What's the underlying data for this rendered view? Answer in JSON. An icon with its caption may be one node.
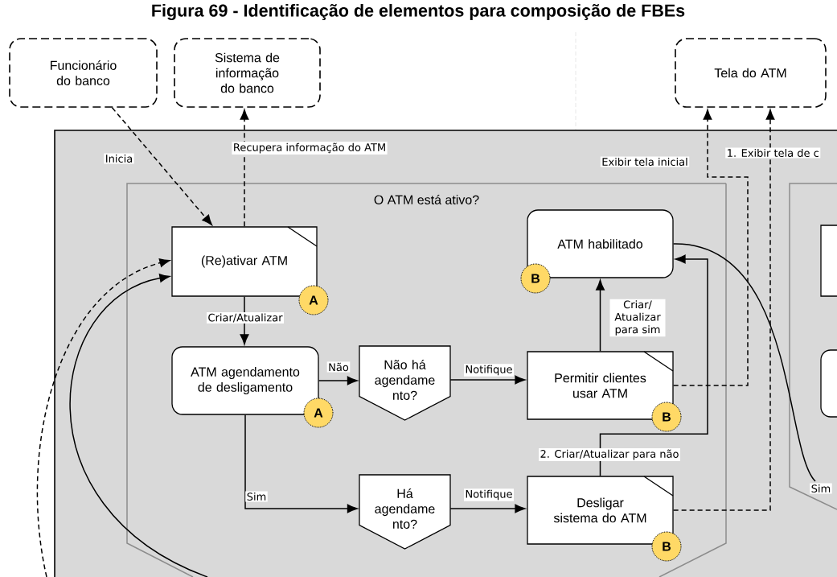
{
  "diagram": {
    "title": "Figura 69 - Identificação de elementos para composição de FBEs",
    "nodes": [
      {
        "text": [
          "Funcionário do banco"
        ]
      },
      {
        "text": [
          "Sistema de informação do banco"
        ]
      },
      {
        "text": [
          "Tela do ATM"
        ]
      },
      {
        "text": [],
        "shape": "box"
      },
      {
        "text": [
          "O ATM está ativo?"
        ],
        "in": 3
      },
      {
        "text": [
          "ATM habilitado"
        ],
        "in": 4
      },
      {
        "text": [
          "B"
        ],
        "in": 4
      },
      {
        "text": [
          "(Re)ativar ATM"
        ],
        "in": 4
      },
      {
        "text": [
          "A"
        ],
        "in": 4
      },
      {
        "text": [
          "ATM agendamento de desligamento"
        ],
        "in": 4
      },
      {
        "text": [
          "A"
        ],
        "in": 4
      },
      {
        "text": [
          "Não há agendame nto?"
        ],
        "in": 4
      },
      {
        "text": [
          "Permitir clientes usar ATM"
        ],
        "in": 4
      },
      {
        "text": [
          "B"
        ],
        "in": 4
      },
      {
        "text": [
          "Há agendame nto?"
        ],
        "in": 4
      },
      {
        "text": [
          "Desligar sistema do ATM"
        ],
        "in": 4
      },
      {
        "text": [
          "B"
        ],
        "in": 4
      },
      {
        "text": [],
        "shape": "box",
        "in": 3
      },
      {
        "text": [],
        "shape": "box",
        "in": 17
      },
      {
        "text": [],
        "shape": "box",
        "in": 17
      }
    ],
    "edges": [
      {
        "from": 0,
        "to": 7,
        "arrow": "to",
        "label": "Inicia",
        "style": "dashed"
      },
      {
        "from": 7,
        "to": 1,
        "arrow": "to",
        "label": "Recupera informação do ATM",
        "style": "dashed"
      },
      {
        "from": null,
        "to": 7,
        "arrow": "to",
        "style": "dashed"
      },
      {
        "from": null,
        "to": 7,
        "arrow": "to"
      },
      {
        "from": 7,
        "to": 9,
        "arrow": "to",
        "label": "Criar/Atualizar"
      },
      {
        "from": 9,
        "to": 11,
        "arrow": "to",
        "label": "Não"
      },
      {
        "from": 9,
        "to": 14,
        "arrow": "to",
        "label": "Sim"
      },
      {
        "from": 11,
        "to": 12,
        "arrow": "to",
        "label": "Notifique"
      },
      {
        "from": 14,
        "to": 15,
        "arrow": "to",
        "label": "Notifique"
      },
      {
        "from": 12,
        "to": 5,
        "arrow": "to",
        "label": "Criar/ Atualizar para sim"
      },
      {
        "from": 15,
        "to": 5,
        "arrow": "to",
        "label": "2. Criar/Atualizar para não"
      },
      {
        "from": 12,
        "to": 2,
        "arrow": "to",
        "label": "Exibir tela inicial",
        "style": "dashed"
      },
      {
        "from": 15,
        "to": 2,
        "arrow": "to",
        "label": "1. Exibir tela de c",
        "style": "dashed"
      },
      {
        "from": 5,
        "to": null,
        "arrow": "none",
        "label": "Sim"
      }
    ]
  }
}
